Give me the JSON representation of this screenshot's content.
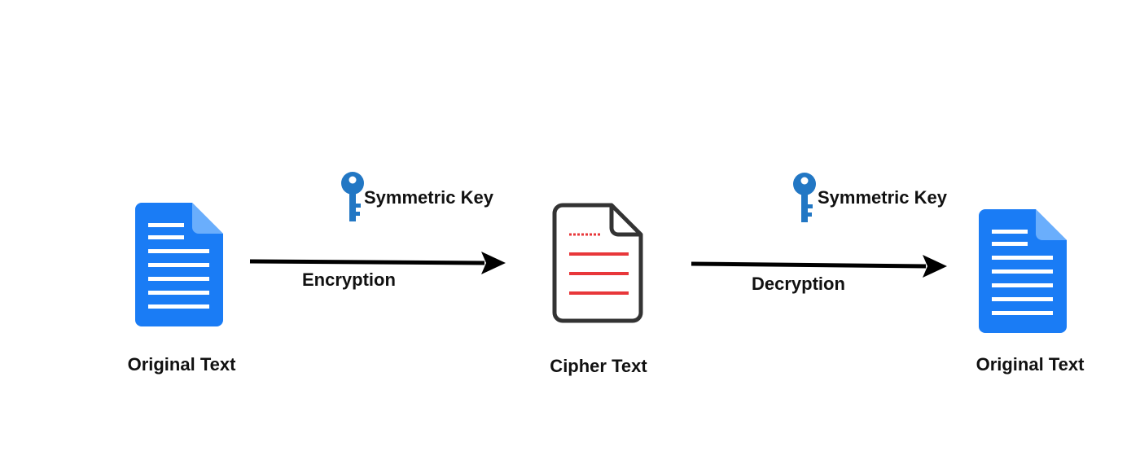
{
  "diagram": {
    "nodes": [
      {
        "id": "original-text-source",
        "label": "Original Text",
        "icon": "document-icon",
        "color": "#1a7cf5"
      },
      {
        "id": "cipher-text",
        "label": "Cipher Text",
        "icon": "document-outline-icon",
        "color": "#e8373a"
      },
      {
        "id": "original-text-result",
        "label": "Original Text",
        "icon": "document-icon",
        "color": "#1a7cf5"
      }
    ],
    "edges": [
      {
        "from": "original-text-source",
        "to": "cipher-text",
        "label": "Encryption",
        "key_label": "Symmetric Key",
        "key_icon": "key-icon"
      },
      {
        "from": "cipher-text",
        "to": "original-text-result",
        "label": "Decryption",
        "key_label": "Symmetric Key",
        "key_icon": "key-icon"
      }
    ],
    "colors": {
      "document_fill": "#1a7cf5",
      "key": "#2277c4",
      "cipher_lines": "#e8373a",
      "cipher_outline": "#333333",
      "arrow": "#000000"
    }
  }
}
